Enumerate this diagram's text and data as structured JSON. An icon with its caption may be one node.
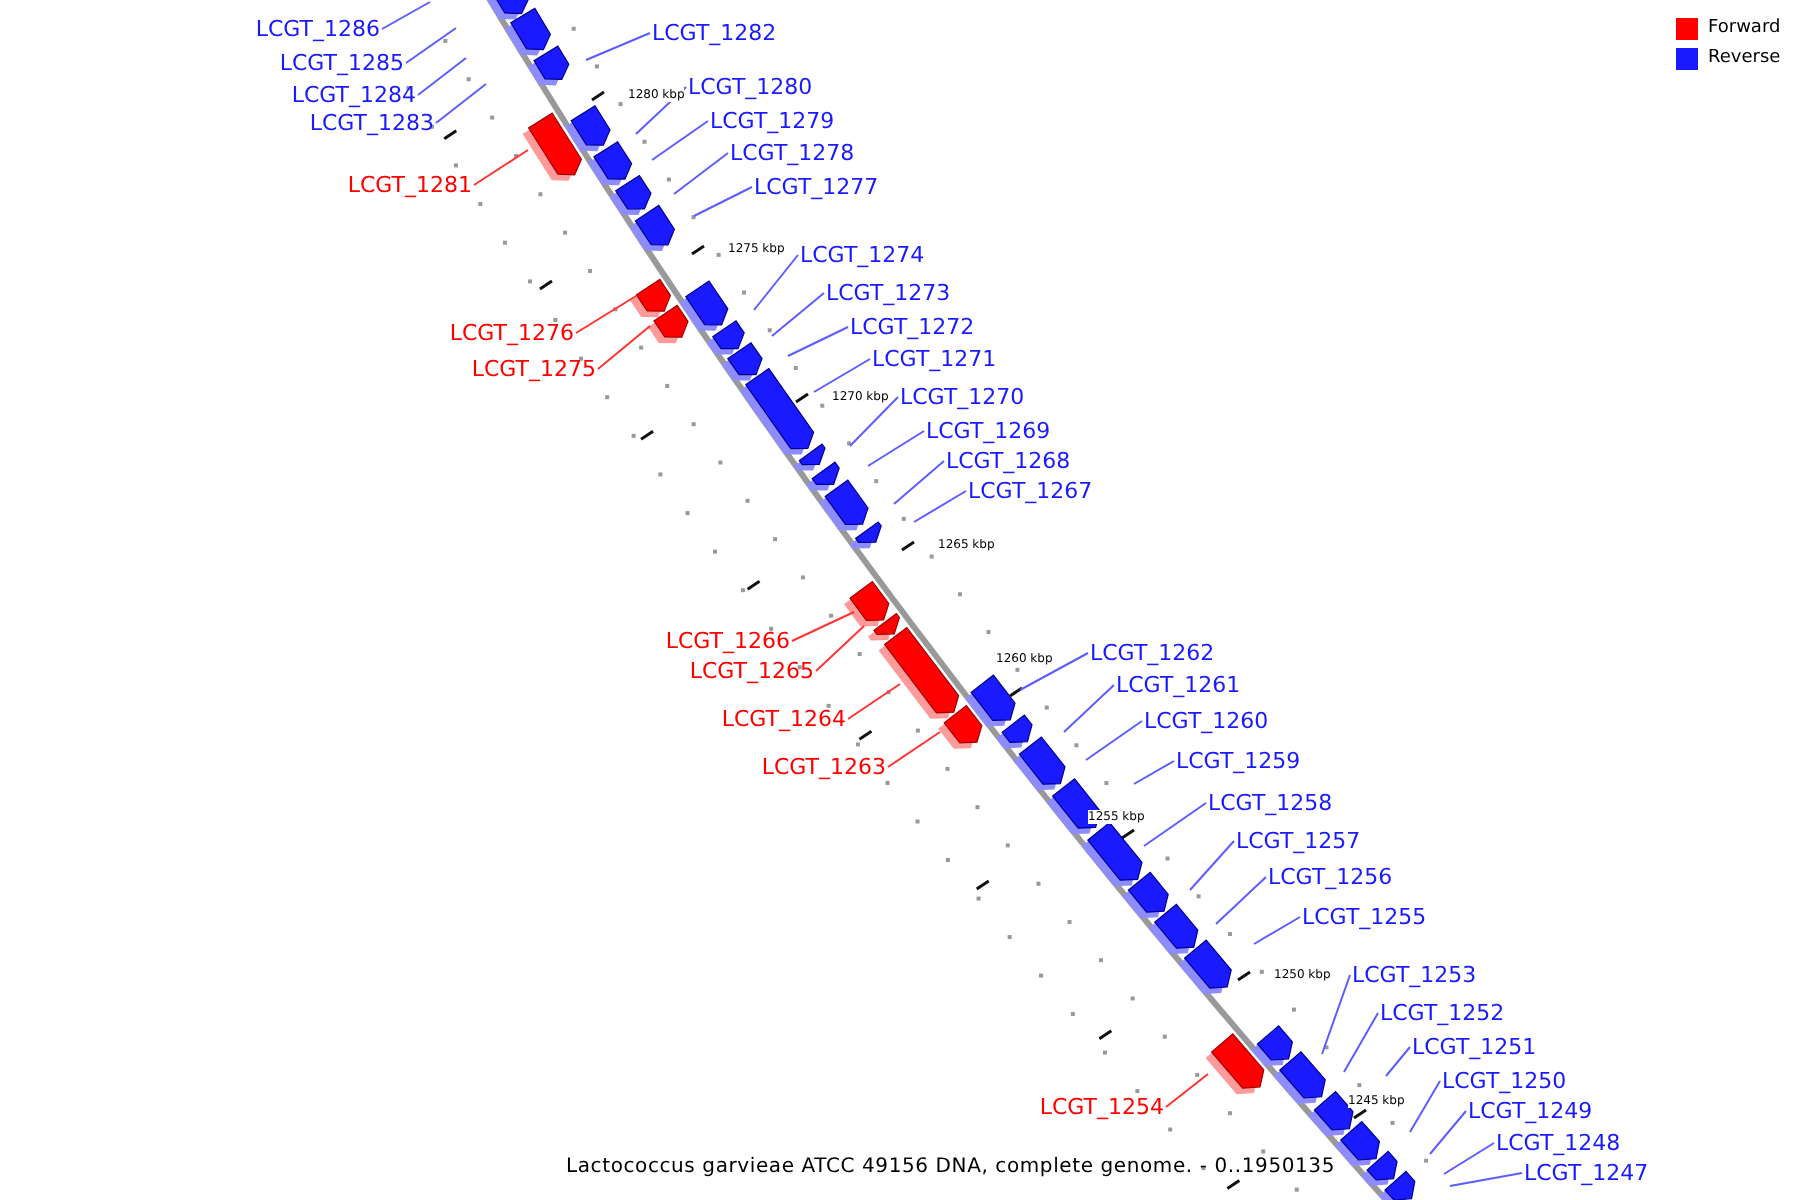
{
  "diagram": {
    "caption": "Lactococcus garvieae ATCC 49156 DNA, complete genome. - 0..1950135",
    "nodes": [
      {
        "text": [
          "LCGT_1286"
        ]
      },
      {
        "text": [
          "LCGT_1282"
        ]
      },
      {
        "text": [
          "LCGT_1285"
        ]
      },
      {
        "text": [
          "LCGT_1280"
        ]
      },
      {
        "text": [
          "LCGT_1284"
        ]
      },
      {
        "text": [
          "LCGT_1279"
        ]
      },
      {
        "text": [
          "LCGT_1283"
        ]
      },
      {
        "text": [
          "LCGT_1278"
        ]
      },
      {
        "text": [
          "LCGT_1281"
        ]
      },
      {
        "text": [
          "LCGT_1277"
        ]
      },
      {
        "text": [
          "LCGT_1274"
        ]
      },
      {
        "text": [
          "LCGT_1273"
        ]
      },
      {
        "text": [
          "LCGT_1272"
        ]
      },
      {
        "text": [
          "LCGT_1276"
        ]
      },
      {
        "text": [
          "LCGT_1271"
        ]
      },
      {
        "text": [
          "LCGT_1275"
        ]
      },
      {
        "text": [
          "LCGT_1270"
        ]
      },
      {
        "text": [
          "LCGT_1269"
        ]
      },
      {
        "text": [
          "LCGT_1268"
        ]
      },
      {
        "text": [
          "LCGT_1267"
        ]
      },
      {
        "text": [
          "LCGT_1266"
        ]
      },
      {
        "text": [
          "LCGT_1262"
        ]
      },
      {
        "text": [
          "LCGT_1265"
        ]
      },
      {
        "text": [
          "LCGT_1261"
        ]
      },
      {
        "text": [
          "LCGT_1264"
        ]
      },
      {
        "text": [
          "LCGT_1260"
        ]
      },
      {
        "text": [
          "LCGT_1259"
        ]
      },
      {
        "text": [
          "LCGT_1263"
        ]
      },
      {
        "text": [
          "LCGT_1258"
        ]
      },
      {
        "text": [
          "LCGT_1257"
        ]
      },
      {
        "text": [
          "LCGT_1256"
        ]
      },
      {
        "text": [
          "LCGT_1255"
        ]
      },
      {
        "text": [
          "LCGT_1253"
        ]
      },
      {
        "text": [
          "LCGT_1252"
        ]
      },
      {
        "text": [
          "LCGT_1251"
        ]
      },
      {
        "text": [
          "LCGT_1250"
        ]
      },
      {
        "text": [
          "LCGT_1254"
        ]
      },
      {
        "text": [
          "LCGT_1249"
        ]
      },
      {
        "text": [
          "LCGT_1248"
        ]
      },
      {
        "text": [
          "LCGT_1247"
        ]
      }
    ],
    "edges": [
      {
        "from": 0,
        "to": null,
        "arrow": "none"
      },
      {
        "from": 1,
        "to": null,
        "arrow": "none"
      },
      {
        "from": 2,
        "to": null,
        "arrow": "none"
      },
      {
        "from": 3,
        "to": null,
        "arrow": "none"
      },
      {
        "from": 4,
        "to": null,
        "arrow": "none"
      },
      {
        "from": 5,
        "to": null,
        "arrow": "none"
      },
      {
        "from": 6,
        "to": null,
        "arrow": "none"
      },
      {
        "from": 7,
        "to": null,
        "arrow": "none"
      },
      {
        "from": 8,
        "to": null,
        "arrow": "none",
        "color": "#ff3333"
      },
      {
        "from": 9,
        "to": null,
        "arrow": "none"
      },
      {
        "from": 10,
        "to": null,
        "arrow": "none"
      },
      {
        "from": 11,
        "to": null,
        "arrow": "none"
      },
      {
        "from": 12,
        "to": null,
        "arrow": "none"
      },
      {
        "from": 13,
        "to": null,
        "arrow": "none",
        "color": "#ff3333"
      },
      {
        "from": 14,
        "to": null,
        "arrow": "none"
      },
      {
        "from": 15,
        "to": null,
        "arrow": "none",
        "color": "#ff3333"
      },
      {
        "from": 16,
        "to": null,
        "arrow": "none"
      },
      {
        "from": 17,
        "to": null,
        "arrow": "none"
      },
      {
        "from": 18,
        "to": null,
        "arrow": "none"
      },
      {
        "from": 19,
        "to": null,
        "arrow": "none"
      },
      {
        "from": 20,
        "to": null,
        "arrow": "none",
        "color": "#ff3333"
      },
      {
        "from": 21,
        "to": null,
        "arrow": "none"
      },
      {
        "from": 22,
        "to": null,
        "arrow": "none",
        "color": "#ff3333"
      },
      {
        "from": 23,
        "to": null,
        "arrow": "none"
      },
      {
        "from": 24,
        "to": null,
        "arrow": "none",
        "color": "#ff3333"
      },
      {
        "from": 25,
        "to": null,
        "arrow": "none"
      },
      {
        "from": 26,
        "to": null,
        "arrow": "none"
      },
      {
        "from": 27,
        "to": null,
        "arrow": "none",
        "color": "#ff3333"
      },
      {
        "from": 28,
        "to": null,
        "arrow": "none"
      },
      {
        "from": 29,
        "to": null,
        "arrow": "none"
      },
      {
        "from": 30,
        "to": null,
        "arrow": "none"
      },
      {
        "from": 31,
        "to": null,
        "arrow": "none"
      },
      {
        "from": 32,
        "to": null,
        "arrow": "none"
      },
      {
        "from": 33,
        "to": null,
        "arrow": "none"
      },
      {
        "from": 34,
        "to": null,
        "arrow": "none"
      },
      {
        "from": 35,
        "to": null,
        "arrow": "none"
      },
      {
        "from": 36,
        "to": null,
        "arrow": "none",
        "color": "#ff3333"
      },
      {
        "from": 37,
        "to": null,
        "arrow": "none"
      },
      {
        "from": 38,
        "to": null,
        "arrow": "none"
      },
      {
        "from": 39,
        "to": null,
        "arrow": "none"
      }
    ],
    "labels": [
      "1280 kbp",
      "1275 kbp",
      "1270 kbp",
      "1265 kbp",
      "1260 kbp",
      "1255 kbp",
      "1250 kbp",
      "1245 kbp"
    ],
    "legend": [
      {
        "text": "Forward",
        "color": "#ff0000"
      },
      {
        "text": "Reverse",
        "color": "#1a1aff"
      }
    ]
  }
}
